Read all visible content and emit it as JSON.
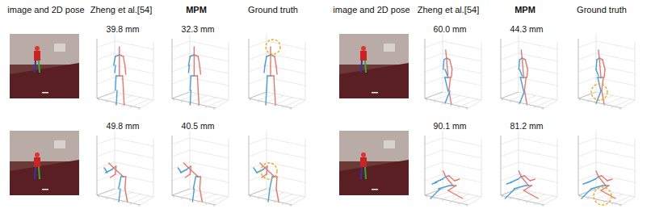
{
  "diagram": {
    "labels": [
      "image and 2D pose",
      "Zheng et al.[54]",
      "MPM",
      "Ground truth",
      "image and 2D pose",
      "Zheng et al.[54]",
      "MPM",
      "Ground truth",
      "39.8 mm",
      "32.3 mm",
      "60.0 mm",
      "44.3 mm",
      "49.8 mm",
      "40.5 mm",
      "90.1 mm",
      "81.2 mm"
    ]
  }
}
